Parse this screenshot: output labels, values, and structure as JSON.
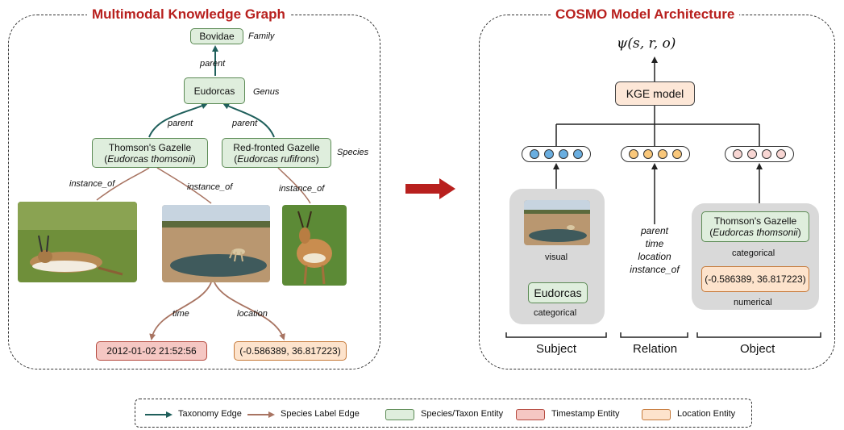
{
  "left_panel": {
    "title": "Multimodal Knowledge Graph",
    "nodes": {
      "bovidae": "Bovidae",
      "eudorcas": "Eudorcas",
      "thomsons_line1": "Thomson's Gazelle",
      "thomsons_line2": "Eudorcas thomsonii",
      "redfronted_line1": "Red-fronted Gazelle",
      "redfronted_line2": "Eudorcas rufifrons",
      "timestamp": "2012-01-02 21:52:56",
      "location": "(-0.586389, 36.817223)"
    },
    "rank_labels": {
      "family": "Family",
      "genus": "Genus",
      "species": "Species"
    },
    "edge_labels": {
      "parent_top": "parent",
      "parent_left": "parent",
      "parent_right": "parent",
      "instance_of_left": "instance_of",
      "instance_of_center": "instance_of",
      "instance_of_right": "instance_of",
      "time": "time",
      "location": "location"
    }
  },
  "right_panel": {
    "title": "COSMO Model Architecture",
    "score_function": "ψ(s, r, o)",
    "kge_label": "KGE model",
    "subject": {
      "visual_label": "visual",
      "entity": "Eudorcas",
      "categorical_label": "categorical",
      "footer": "Subject"
    },
    "relation": {
      "items": [
        "parent",
        "time",
        "location",
        "instance_of"
      ],
      "footer": "Relation"
    },
    "object": {
      "entity_line1": "Thomson's Gazelle",
      "entity_line2": "Eudorcas thomsonii",
      "categorical_label": "categorical",
      "numeric_value": "(-0.586389, 36.817223)",
      "numerical_label": "numerical",
      "footer": "Object"
    }
  },
  "legend": {
    "taxonomy_edge": "Taxonomy Edge",
    "species_label_edge": "Species Label Edge",
    "species_taxon_entity": "Species/Taxon Entity",
    "timestamp_entity": "Timestamp Entity",
    "location_entity": "Location Entity"
  },
  "colors": {
    "title_red": "#b8201e",
    "taxonomy_edge": "#1f5f5b",
    "species_label_edge": "#a87462",
    "species_entity_fill": "#dfeedd",
    "timestamp_fill": "#f5c7c3",
    "location_fill": "#fde3cc",
    "arrow": "#b8201e"
  }
}
